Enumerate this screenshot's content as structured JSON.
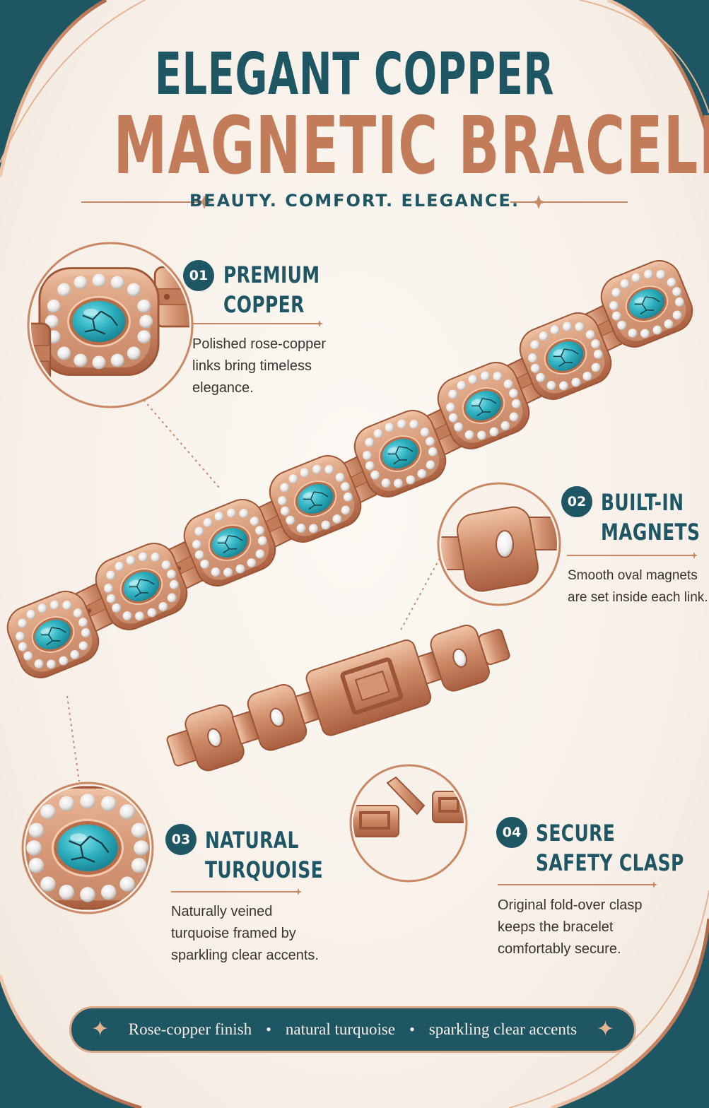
{
  "colors": {
    "teal": "#1f5663",
    "teal_dark": "#15424d",
    "copper": "#c27c5a",
    "copper_light": "#e6b797",
    "copper_dark": "#a35d3e",
    "turquoise": "#2fb1c0",
    "cream": "#f7f1ea",
    "text": "#3a3431"
  },
  "header": {
    "title_line1": "ELEGANT COPPER",
    "title_line2": "MAGNETIC BRACELET",
    "tagline": "BEAUTY. COMFORT. ELEGANCE.",
    "tagline_icon": "sparkle-icon"
  },
  "features": [
    {
      "number": "01",
      "title_line1": "PREMIUM",
      "title_line2": "COPPER",
      "desc_lines": [
        "Polished rose-copper",
        "links bring timeless",
        "elegance."
      ]
    },
    {
      "number": "02",
      "title_line1": "BUILT-IN",
      "title_line2": "MAGNETS",
      "desc_lines": [
        "Smooth oval magnets",
        "are set inside each link."
      ]
    },
    {
      "number": "03",
      "title_line1": "NATURAL",
      "title_line2": "TURQUOISE",
      "desc_lines": [
        "Naturally veined",
        "turquoise framed by",
        "sparkling clear accents."
      ]
    },
    {
      "number": "04",
      "title_line1": "SECURE",
      "title_line2": "SAFETY CLASP",
      "desc_lines": [
        "Original fold-over clasp",
        "keeps the bracelet",
        "comfortably secure."
      ]
    }
  ],
  "banner": {
    "items": [
      "Rose-copper finish",
      "natural turquoise",
      "sparkling clear accents"
    ],
    "separator": "•",
    "star_icon": "sparkle-icon"
  }
}
